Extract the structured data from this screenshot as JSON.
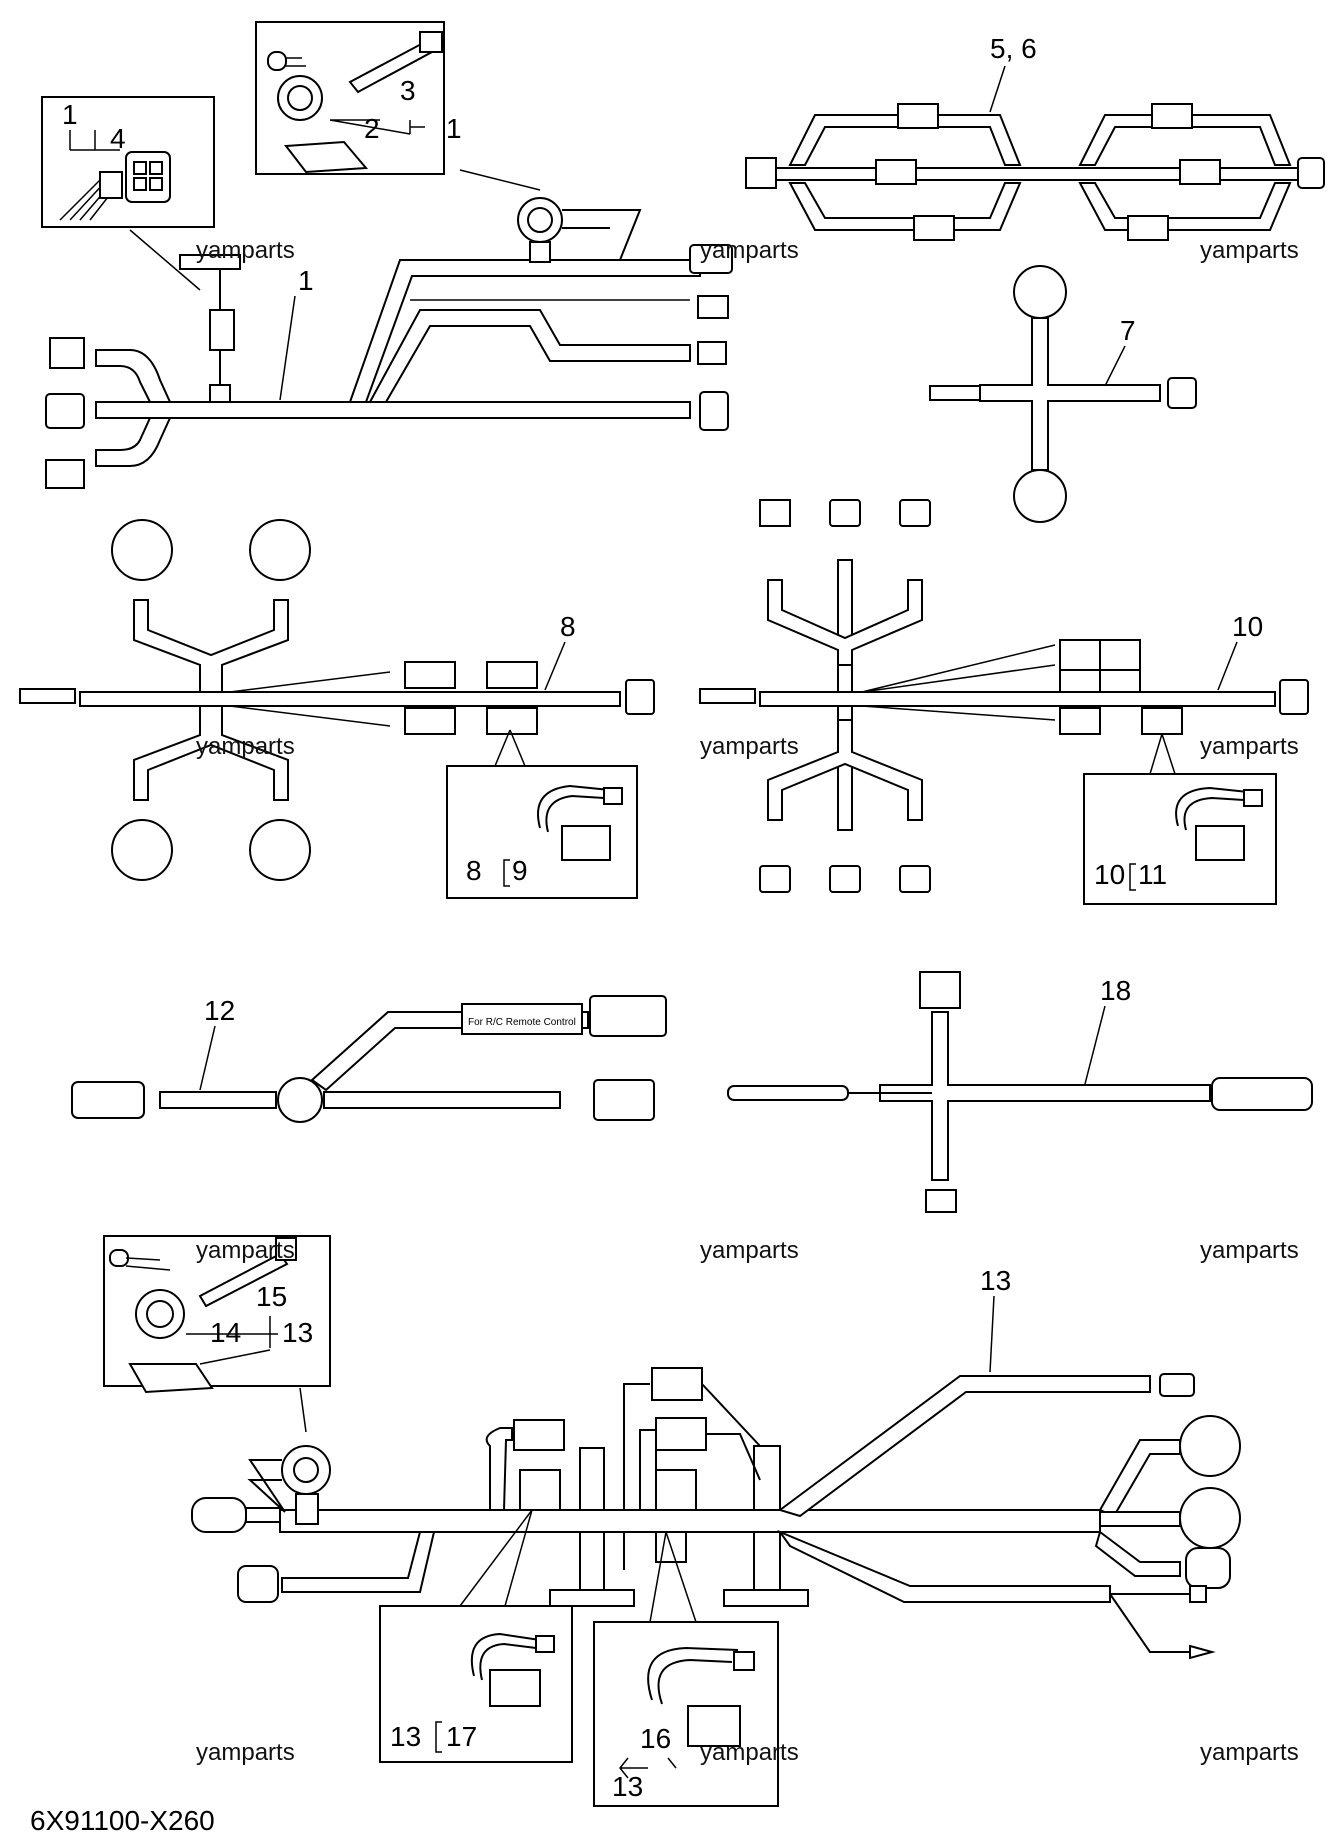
{
  "diagram": {
    "part_numbers": {
      "p1_main": "1",
      "p1_inset_a": "1",
      "p4": "4",
      "p2": "2",
      "p3": "3",
      "p1_inset_b": "1",
      "p5_6": "5, 6",
      "p7": "7",
      "p8": "8",
      "p8_sub": "8",
      "p9": "9",
      "p10": "10",
      "p10_sub": "10",
      "p11": "11",
      "p12": "12",
      "p18": "18",
      "p13_main": "13",
      "p15": "15",
      "p14": "14",
      "p13_inset": "13",
      "p13_sub_a": "13",
      "p17": "17",
      "p16": "16",
      "p13_sub_b": "13"
    },
    "watermarks": [
      "yamparts",
      "yamparts",
      "yamparts",
      "yamparts",
      "yamparts",
      "yamparts",
      "yamparts",
      "yamparts",
      "yamparts",
      "yamparts",
      "yamparts",
      "yamparts"
    ],
    "small_label": "For R/C Remote Control",
    "drawing_code": "6X91100-X260"
  }
}
